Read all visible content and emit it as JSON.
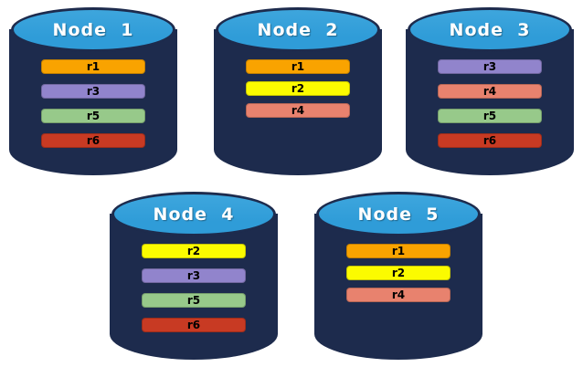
{
  "theme": {
    "background": "#ffffff",
    "cylinder_body_color": "#1d2b4d",
    "cylinder_top_color": "#2f9cd8",
    "title_text_color": "#ffffff",
    "bar_text_color": "#000000"
  },
  "replica_colors": {
    "r1": "#f9a300",
    "r2": "#fbfb00",
    "r3": "#9184cc",
    "r4": "#e8826e",
    "r5": "#97c98a",
    "r6": "#c83a23"
  },
  "nodes": [
    {
      "label": "Node  1",
      "replicas": [
        "r1",
        "r3",
        "r5",
        "r6"
      ]
    },
    {
      "label": "Node  2",
      "replicas": [
        "r1",
        "r2",
        "r4"
      ]
    },
    {
      "label": "Node  3",
      "replicas": [
        "r3",
        "r4",
        "r5",
        "r6"
      ]
    },
    {
      "label": "Node  4",
      "replicas": [
        "r2",
        "r3",
        "r5",
        "r6"
      ]
    },
    {
      "label": "Node  5",
      "replicas": [
        "r1",
        "r2",
        "r4"
      ]
    }
  ]
}
